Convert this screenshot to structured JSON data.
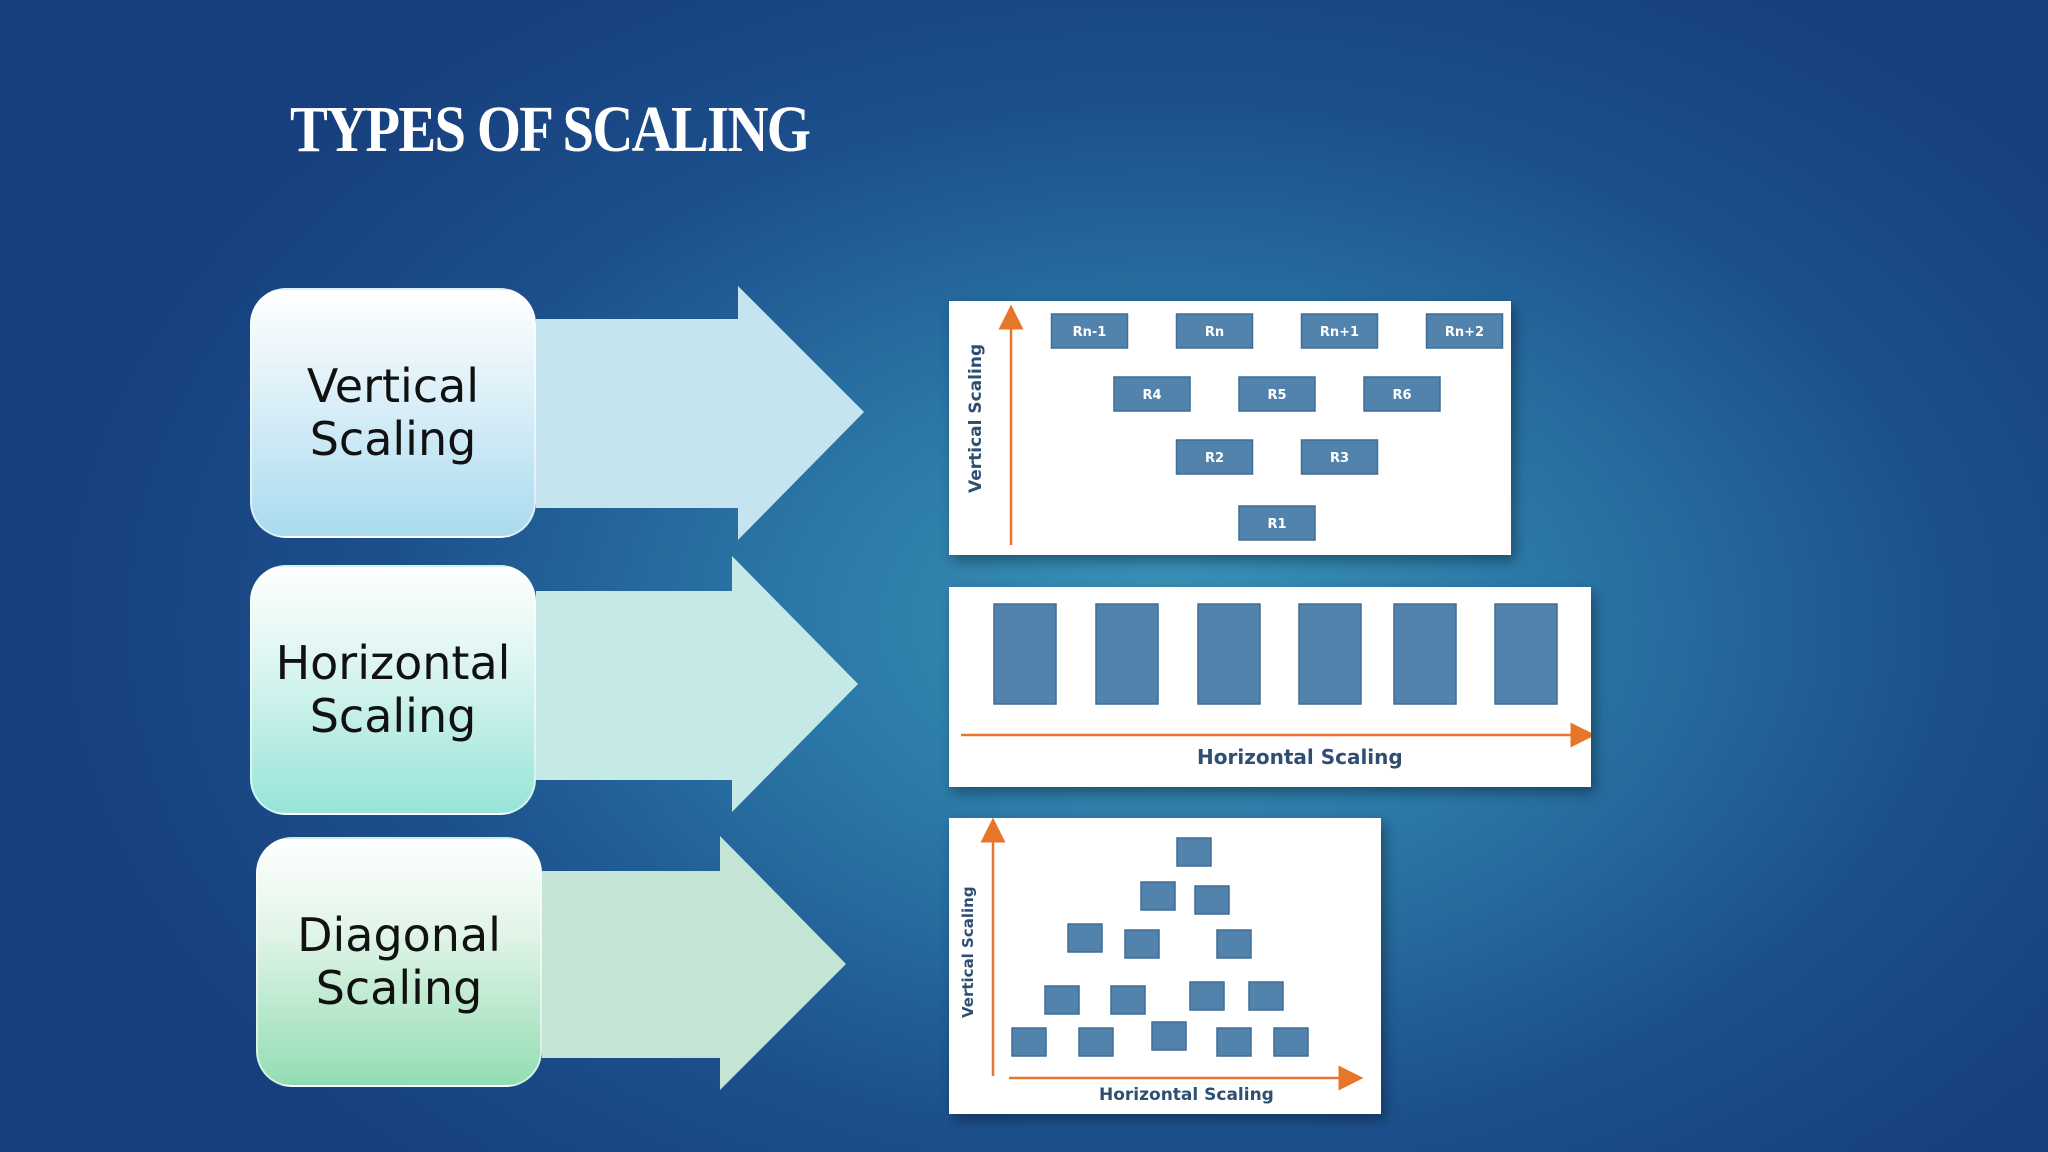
{
  "title": "TYPES OF SCALING",
  "colors": {
    "axis": "#e8762a",
    "block": "#5183ac",
    "axis_label": "#2f4f72"
  },
  "boxes": [
    {
      "label": "Vertical\nScaling"
    },
    {
      "label": "Horizontal\nScaling"
    },
    {
      "label": "Diagonal\nScaling"
    }
  ],
  "vertical_panel": {
    "axis_label": "Vertical Scaling",
    "rows": [
      [
        "Rn-1",
        "Rn",
        "Rn+1",
        "Rn+2"
      ],
      [
        "R4",
        "R5",
        "R6"
      ],
      [
        "R2",
        "R3"
      ],
      [
        "R1"
      ]
    ]
  },
  "horizontal_panel": {
    "axis_label": "Horizontal Scaling",
    "block_count": 6
  },
  "diagonal_panel": {
    "x_axis_label": "Horizontal Scaling",
    "y_axis_label": "Vertical Scaling",
    "rows": [
      1,
      2,
      3,
      4,
      5
    ]
  }
}
